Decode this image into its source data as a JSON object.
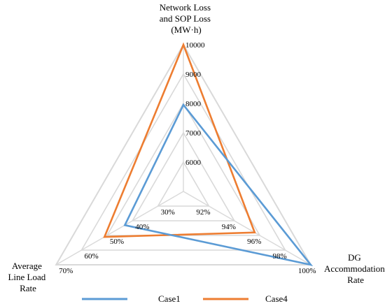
{
  "chart_data": {
    "type": "radar",
    "axes": [
      {
        "label_lines": [
          "Network Loss",
          "and SOP Loss",
          "(MW·h)"
        ],
        "ticks": [
          "6000",
          "7000",
          "8000",
          "9000",
          "10000"
        ],
        "range": [
          5000,
          10000
        ]
      },
      {
        "label_lines": [
          "DG",
          "Accommodation",
          "Rate"
        ],
        "ticks": [
          "92%",
          "94%",
          "96%",
          "98%",
          "100%"
        ],
        "range": [
          90,
          100
        ]
      },
      {
        "label_lines": [
          "Average",
          "Line Load",
          "Rate"
        ],
        "ticks": [
          "30%",
          "40%",
          "50%",
          "60%",
          "70%"
        ],
        "range": [
          20,
          70
        ]
      }
    ],
    "series": [
      {
        "name": "Case1",
        "color": "#5b9bd5",
        "values": [
          7950,
          100,
          43
        ]
      },
      {
        "name": "Case4",
        "color": "#ed7d31",
        "values": [
          10000,
          95.6,
          51
        ]
      }
    ],
    "grid_color": "#d9d9d9",
    "legend_position": "bottom"
  }
}
